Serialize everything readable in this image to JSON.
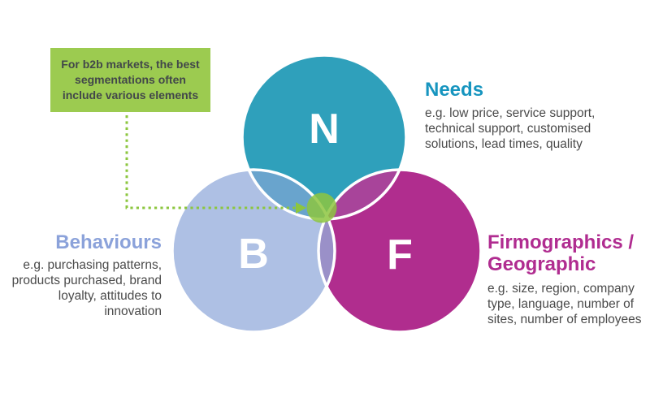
{
  "palette": {
    "teal_circle": "#2FA0BB",
    "teal_heading": "#1795BF",
    "periwinkle_circle": "#AEC0E4",
    "periwinkle_heading": "#8BA2DA",
    "magenta_circle": "#B02D8E",
    "magenta_heading": "#B02C90",
    "overlap_needs_behaviours": "#69A4CD",
    "overlap_needs_firmographics": "#A8449A",
    "overlap_behaviours_firmographics": "#9A90C8",
    "green_box": "#9CCB50",
    "green_accent": "#8CC63F",
    "center_dot": "#8DC63F",
    "body_text": "#4A4A4A",
    "circle_stroke": "#FFFFFF"
  },
  "callout": {
    "text": "For b2b markets, the best\nsegmentations often\ninclude various elements"
  },
  "venn": {
    "needs": {
      "letter": "N"
    },
    "behaviours": {
      "letter": "B"
    },
    "firmographics": {
      "letter": "F"
    }
  },
  "labels": {
    "needs": {
      "title": "Needs",
      "body": "e.g. low price, service support,\ntechnical support, customised\nsolutions, lead times, quality"
    },
    "behaviours": {
      "title": "Behaviours",
      "body": "e.g. purchasing patterns,\nproducts purchased, brand\nloyalty, attitudes to\ninnovation"
    },
    "firmographics": {
      "title": "Firmographics /\nGeographic",
      "body": "e.g. size, region, company\ntype, language, number of\nsites, number of employees"
    }
  }
}
